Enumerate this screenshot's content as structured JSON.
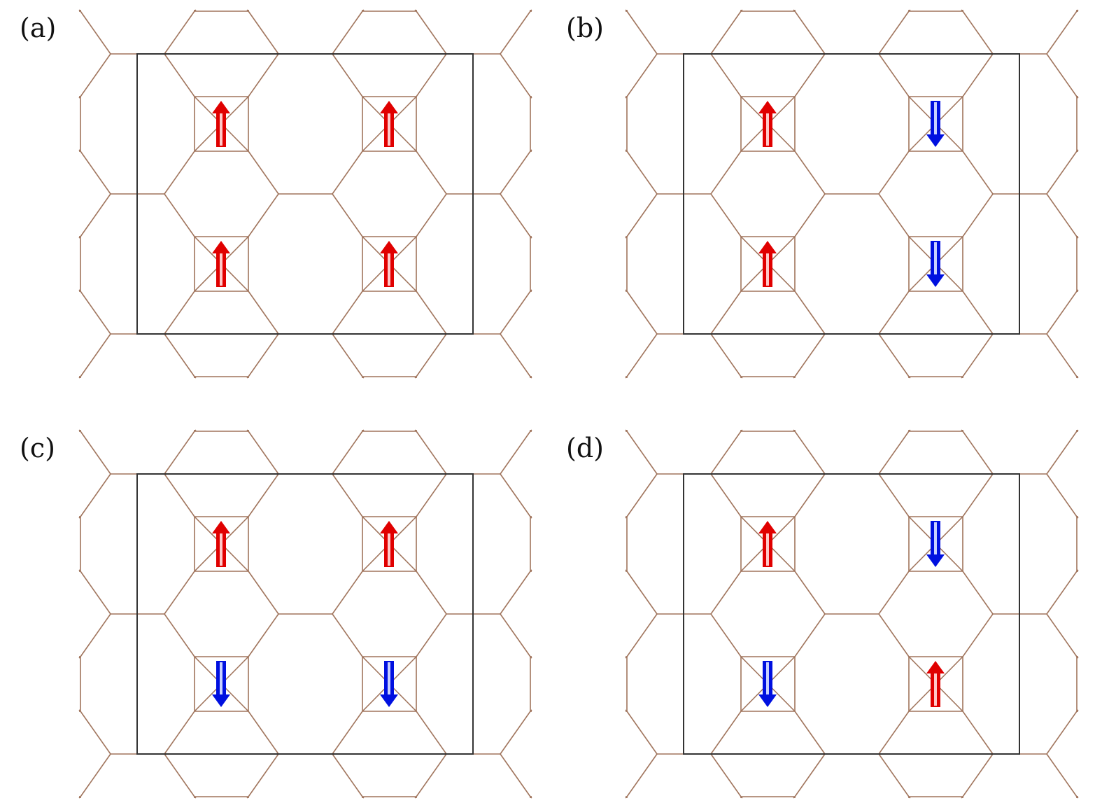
{
  "colors": {
    "lattice": "#a0745c",
    "cell": "#333333",
    "spin_up": "#e00000",
    "spin_down": "#0010e0"
  },
  "panels": [
    {
      "label": "(a)",
      "spins": [
        [
          "up",
          "up"
        ],
        [
          "up",
          "up"
        ]
      ]
    },
    {
      "label": "(b)",
      "spins": [
        [
          "up",
          "down"
        ],
        [
          "up",
          "down"
        ]
      ]
    },
    {
      "label": "(c)",
      "spins": [
        [
          "up",
          "up"
        ],
        [
          "down",
          "down"
        ]
      ]
    },
    {
      "label": "(d)",
      "spins": [
        [
          "up",
          "down"
        ],
        [
          "down",
          "up"
        ]
      ]
    }
  ]
}
